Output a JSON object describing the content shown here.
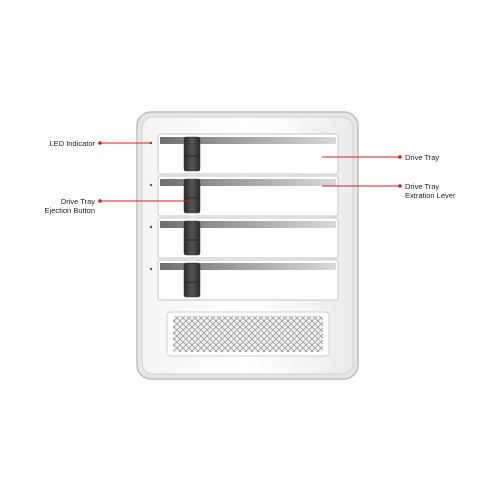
{
  "callouts": {
    "led_indicator": "LED Indicator",
    "drive_tray": "Drive Tray",
    "drive_tray_ejection_button_line1": "Drive Tray",
    "drive_tray_ejection_button_line2": "Ejection Button",
    "drive_tray_extraction_lever_line1": "Drive Tray",
    "drive_tray_extraction_lever_line2": "Extration Lever"
  },
  "colors": {
    "callout_line": "#d81e1e",
    "enclosure_outline": "#b9b9b9",
    "tray_bar": "#8a8a8a",
    "ejection_button": "#3a3a3a"
  }
}
